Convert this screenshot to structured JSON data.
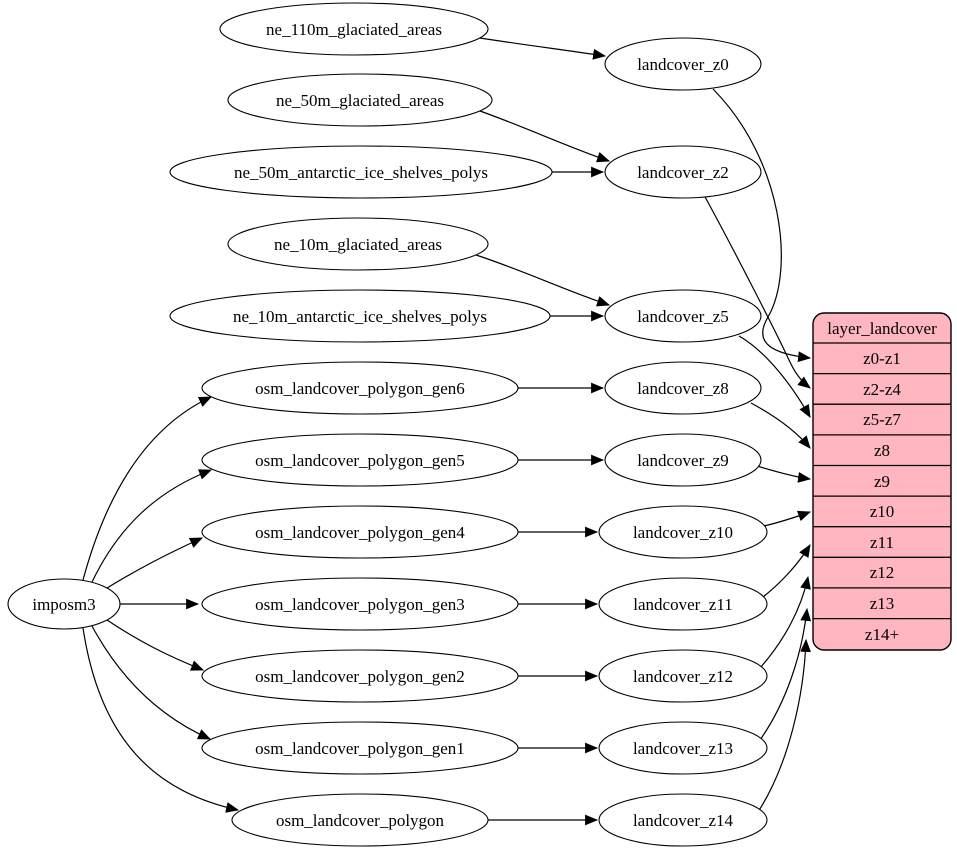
{
  "diagram": {
    "type": "dependency-graph",
    "colors": {
      "background": "#ffffff",
      "node_fill": "#ffffff",
      "node_stroke": "#000000",
      "edge": "#000000",
      "layer_table_fill": "#ffb6c1"
    },
    "root": {
      "label": "imposm3"
    },
    "sources": [
      "ne_110m_glaciated_areas",
      "ne_50m_glaciated_areas",
      "ne_50m_antarctic_ice_shelves_polys",
      "ne_10m_glaciated_areas",
      "ne_10m_antarctic_ice_shelves_polys",
      "osm_landcover_polygon_gen6",
      "osm_landcover_polygon_gen5",
      "osm_landcover_polygon_gen4",
      "osm_landcover_polygon_gen3",
      "osm_landcover_polygon_gen2",
      "osm_landcover_polygon_gen1",
      "osm_landcover_polygon"
    ],
    "intermediates": [
      "landcover_z0",
      "landcover_z2",
      "landcover_z5",
      "landcover_z8",
      "landcover_z9",
      "landcover_z10",
      "landcover_z11",
      "landcover_z12",
      "landcover_z13",
      "landcover_z14"
    ],
    "layer": {
      "title": "layer_landcover",
      "rows": [
        "z0-z1",
        "z2-z4",
        "z5-z7",
        "z8",
        "z9",
        "z10",
        "z11",
        "z12",
        "z13",
        "z14+"
      ]
    },
    "edges": [
      {
        "from": "imposm3",
        "to": "osm_landcover_polygon_gen6"
      },
      {
        "from": "imposm3",
        "to": "osm_landcover_polygon_gen5"
      },
      {
        "from": "imposm3",
        "to": "osm_landcover_polygon_gen4"
      },
      {
        "from": "imposm3",
        "to": "osm_landcover_polygon_gen3"
      },
      {
        "from": "imposm3",
        "to": "osm_landcover_polygon_gen2"
      },
      {
        "from": "imposm3",
        "to": "osm_landcover_polygon_gen1"
      },
      {
        "from": "imposm3",
        "to": "osm_landcover_polygon"
      },
      {
        "from": "ne_110m_glaciated_areas",
        "to": "landcover_z0"
      },
      {
        "from": "ne_50m_glaciated_areas",
        "to": "landcover_z2"
      },
      {
        "from": "ne_50m_antarctic_ice_shelves_polys",
        "to": "landcover_z2"
      },
      {
        "from": "ne_10m_glaciated_areas",
        "to": "landcover_z5"
      },
      {
        "from": "ne_10m_antarctic_ice_shelves_polys",
        "to": "landcover_z5"
      },
      {
        "from": "osm_landcover_polygon_gen6",
        "to": "landcover_z8"
      },
      {
        "from": "osm_landcover_polygon_gen5",
        "to": "landcover_z9"
      },
      {
        "from": "osm_landcover_polygon_gen4",
        "to": "landcover_z10"
      },
      {
        "from": "osm_landcover_polygon_gen3",
        "to": "landcover_z11"
      },
      {
        "from": "osm_landcover_polygon_gen2",
        "to": "landcover_z12"
      },
      {
        "from": "osm_landcover_polygon_gen1",
        "to": "landcover_z13"
      },
      {
        "from": "osm_landcover_polygon",
        "to": "landcover_z14"
      },
      {
        "from": "landcover_z0",
        "to": "layer_landcover:z0-z1"
      },
      {
        "from": "landcover_z2",
        "to": "layer_landcover:z2-z4"
      },
      {
        "from": "landcover_z5",
        "to": "layer_landcover:z5-z7"
      },
      {
        "from": "landcover_z8",
        "to": "layer_landcover:z8"
      },
      {
        "from": "landcover_z9",
        "to": "layer_landcover:z9"
      },
      {
        "from": "landcover_z10",
        "to": "layer_landcover:z10"
      },
      {
        "from": "landcover_z11",
        "to": "layer_landcover:z11"
      },
      {
        "from": "landcover_z12",
        "to": "layer_landcover:z12"
      },
      {
        "from": "landcover_z13",
        "to": "layer_landcover:z13"
      },
      {
        "from": "landcover_z14",
        "to": "layer_landcover:z14+"
      }
    ]
  }
}
